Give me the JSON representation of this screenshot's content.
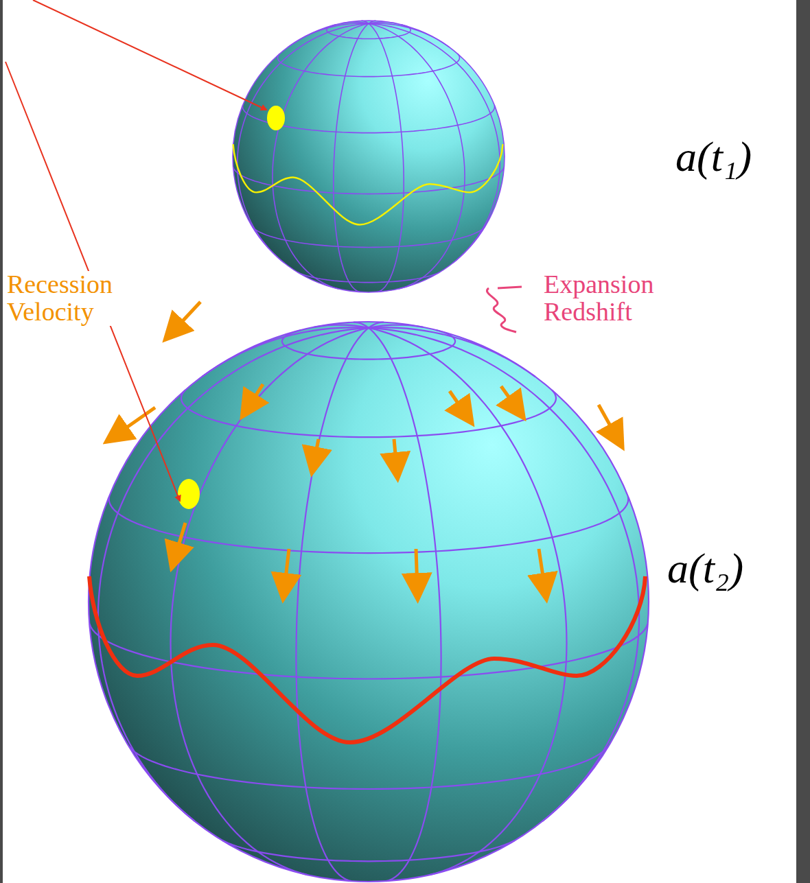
{
  "diagram": {
    "labels": [
      "a(t₁)",
      "Recession Velocity",
      "Expansion Redshift",
      "a(t₂)"
    ]
  }
}
